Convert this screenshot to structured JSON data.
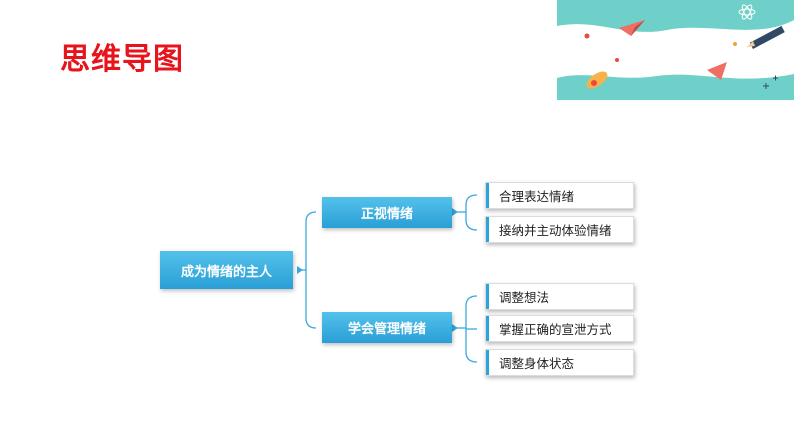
{
  "slide": {
    "title": "思维导图"
  },
  "mindmap": {
    "root": "成为情绪的主人",
    "branches": [
      {
        "label": "正视情绪",
        "children": [
          "合理表达情绪",
          "接纳并主动体验情绪"
        ]
      },
      {
        "label": "学会管理情绪",
        "children": [
          "调整想法",
          "掌握正确的宣泄方式",
          "调整身体状态"
        ]
      }
    ]
  },
  "colors": {
    "title": "#e8141b",
    "node_fill": "#3fb2e3",
    "accent_bar": "#2ba4dc",
    "connector": "#3aa9dd"
  },
  "decoration": {
    "icons": [
      "paper-plane-icon",
      "pencil-icon",
      "rocket-icon",
      "pushpin-icon",
      "atom-icon"
    ]
  }
}
